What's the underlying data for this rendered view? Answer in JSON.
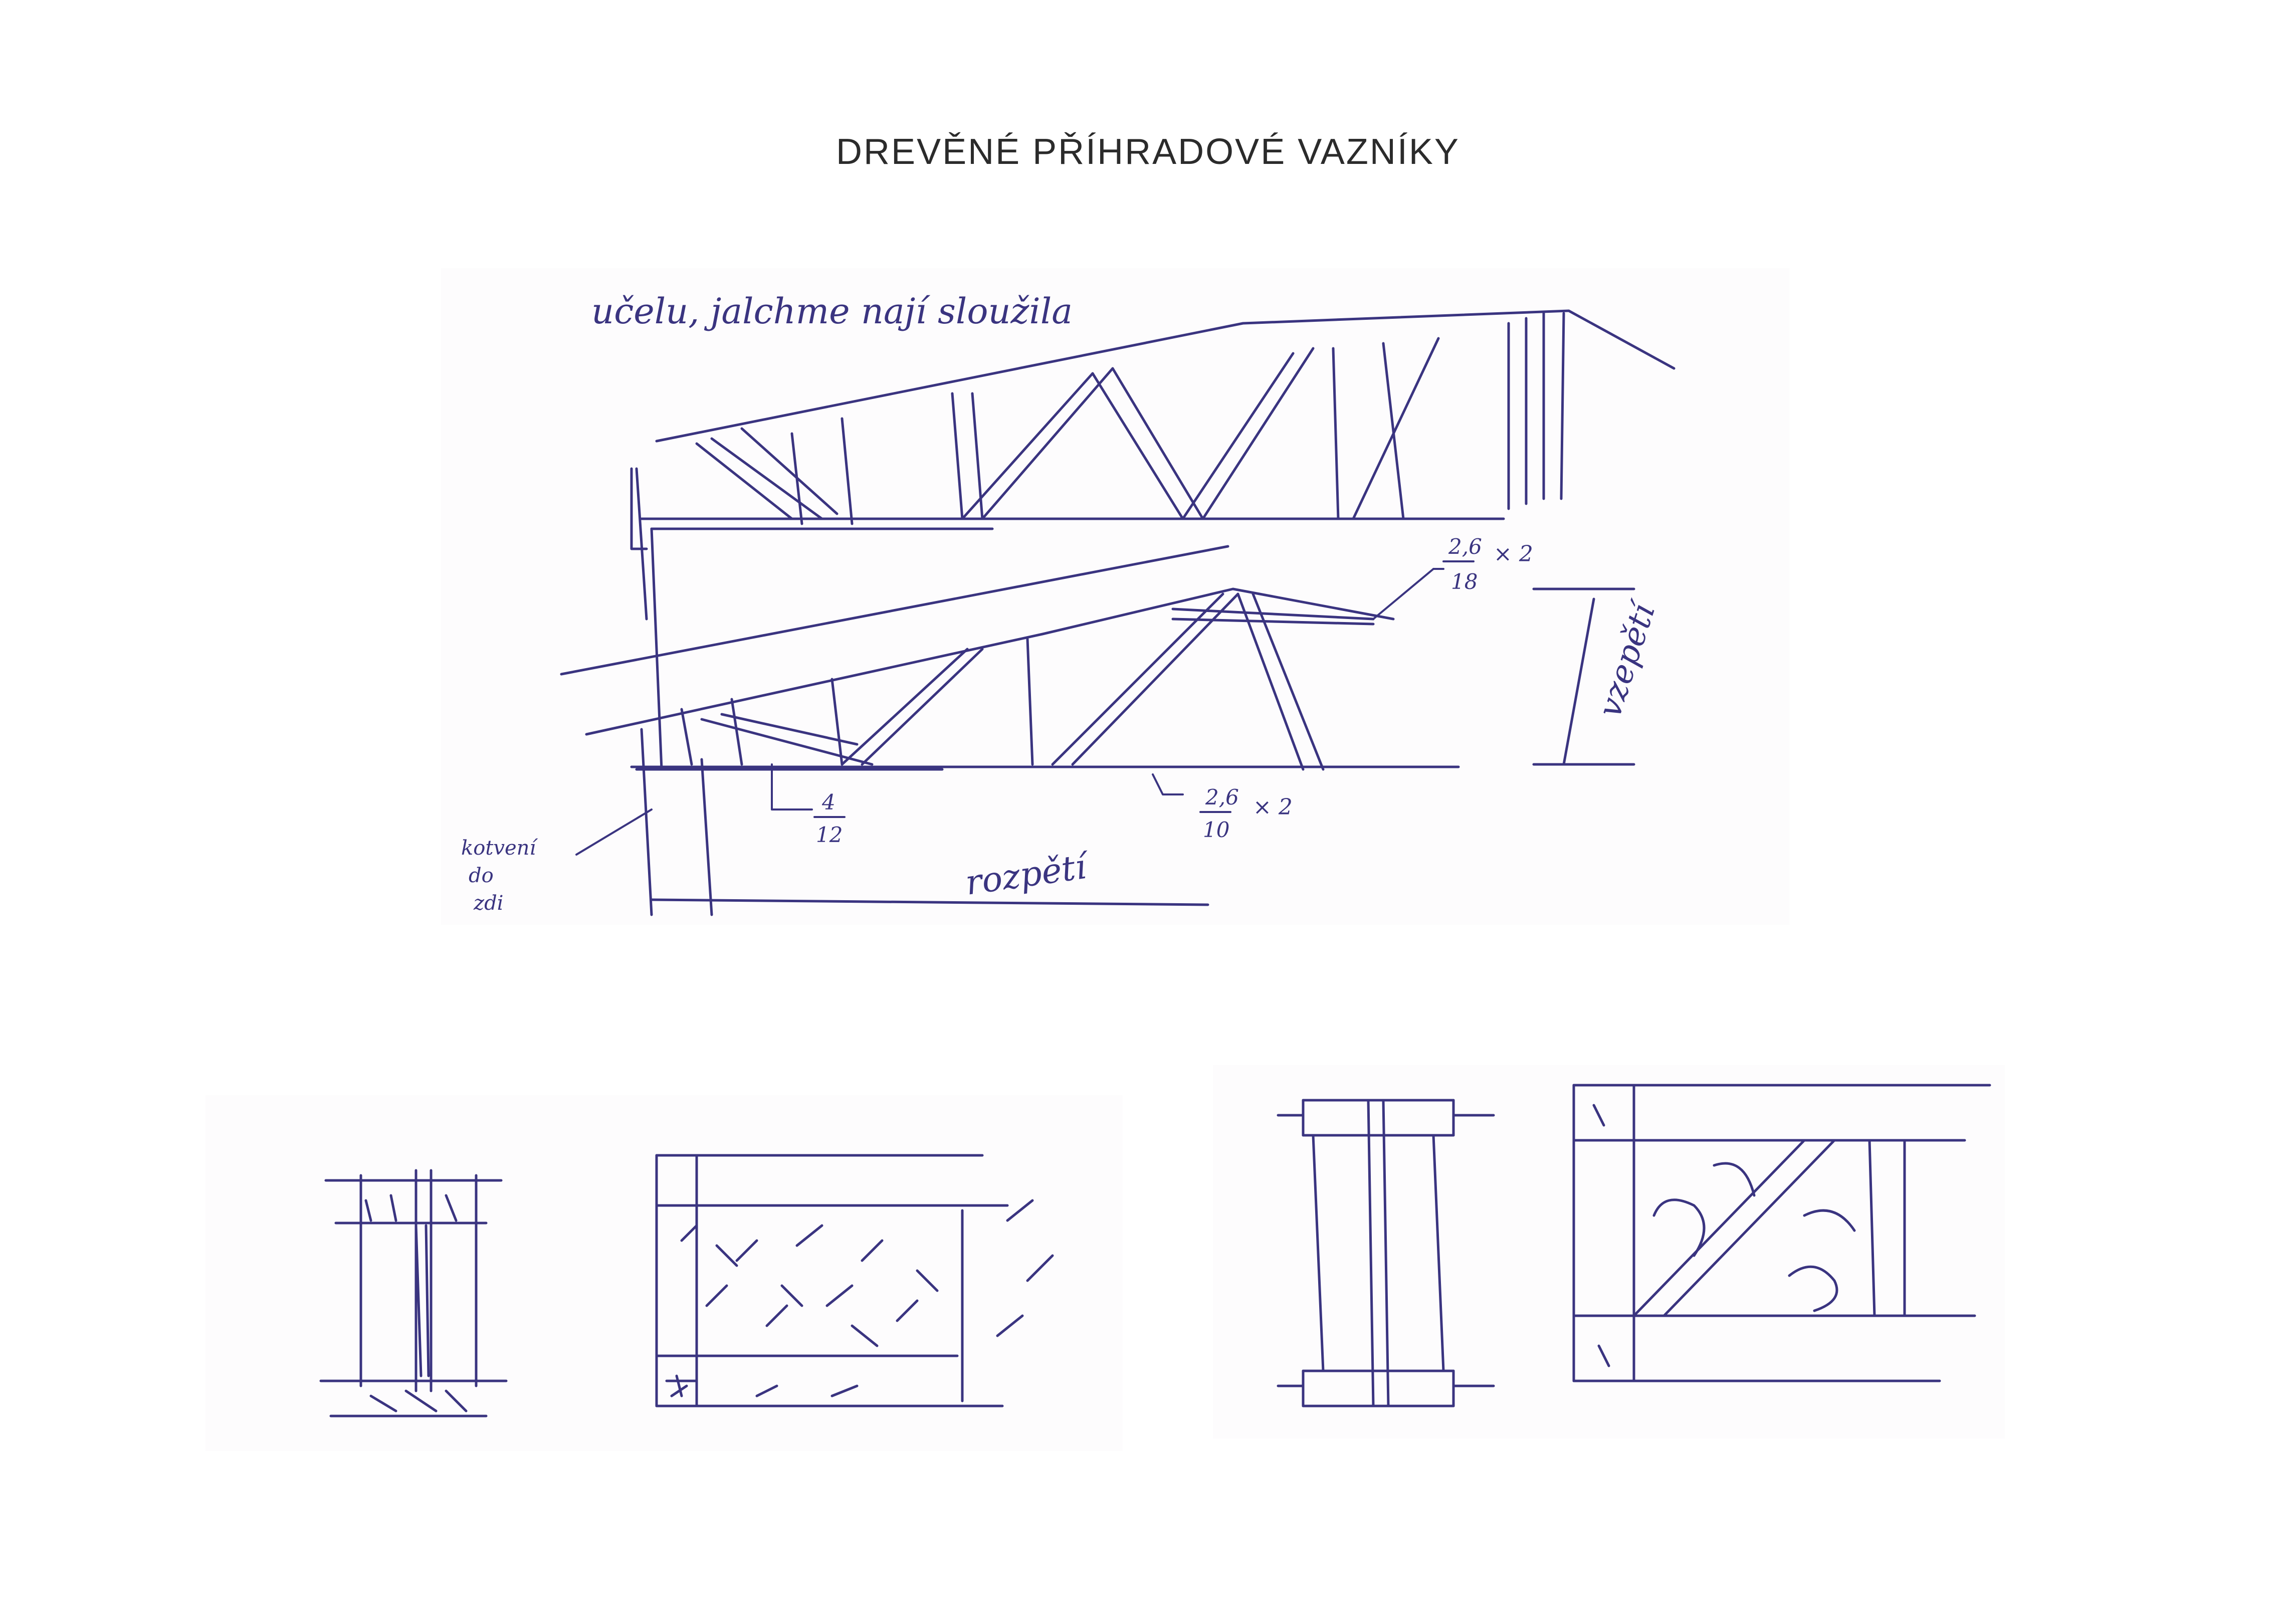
{
  "title": "DREVĚNÉ   PŘÍHRADOVÉ  VAZNÍKY",
  "ink_color": "#3a3480",
  "annotations": {
    "top_note": "učelu, jalchme nají sloužila",
    "dim_top_num": "2,6",
    "dim_top_den": "18",
    "dim_top_mult": "× 2",
    "dim_small_num": "4",
    "dim_small_den": "12",
    "dim_mid_num": "2,6",
    "dim_mid_den": "10",
    "dim_mid_mult": "× 2",
    "height_label": "vzepětí",
    "span_label": "rozpětí",
    "anchor_label": [
      "kotvení",
      "do",
      "zdi"
    ]
  },
  "figures": [
    {
      "name": "truss-elevation-sketch"
    },
    {
      "name": "solid-web-beam-section"
    },
    {
      "name": "solid-web-beam-elevation"
    },
    {
      "name": "braced-web-beam-section"
    },
    {
      "name": "braced-web-beam-elevation"
    }
  ]
}
